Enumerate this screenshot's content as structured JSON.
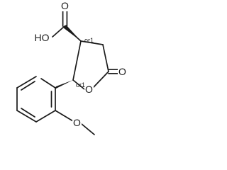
{
  "molecule": {
    "atoms": {
      "carboxylic_oxygen_double": "O",
      "hydroxyl": "HO",
      "ring_carbonyl_oxygen": "O",
      "ring_oxygen": "O",
      "methoxy_oxygen": "O"
    },
    "stereo_labels": {
      "c3": "or1",
      "c2": "or1"
    },
    "colors": {
      "bond": "#1a1a1a",
      "background": "#ffffff"
    }
  }
}
